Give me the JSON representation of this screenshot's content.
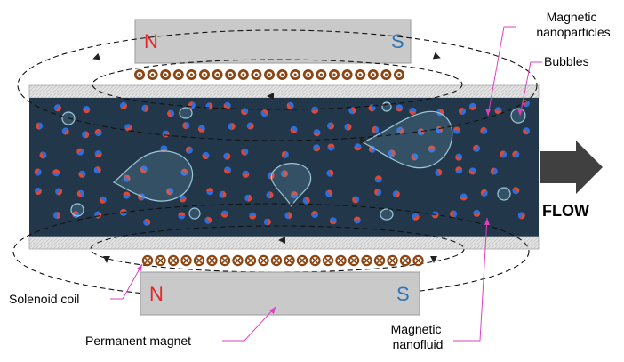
{
  "labels": {
    "magnetic_nanoparticles": [
      "Magnetic",
      "nanoparticles"
    ],
    "bubbles": "Bubbles",
    "flow": "FLOW",
    "solenoid_coil": "Solenoid coil",
    "permanent_magnet": "Permanent magnet",
    "magnetic_nanofluid": [
      "Magnetic",
      "nanofluid"
    ]
  },
  "top_magnet": {
    "north": "N",
    "south": "S"
  },
  "bottom_magnet": {
    "north": "N",
    "south": "S"
  },
  "colors": {
    "magnet_fill": "#c9c9c9",
    "channel_fill": "#22384a",
    "channel_wall": "#d9d9d9",
    "coil": "#8b4513",
    "north": "#e8262a",
    "south": "#2f75b5",
    "particle_red": "#d94a3a",
    "particle_blue": "#2b6fe0",
    "leader_line": "#e040c0",
    "flow_arrow": "#404040"
  },
  "icons": {
    "coil_out": "dot-in-circle-icon",
    "coil_in": "cross-in-circle-icon",
    "flow": "right-arrow-icon"
  }
}
